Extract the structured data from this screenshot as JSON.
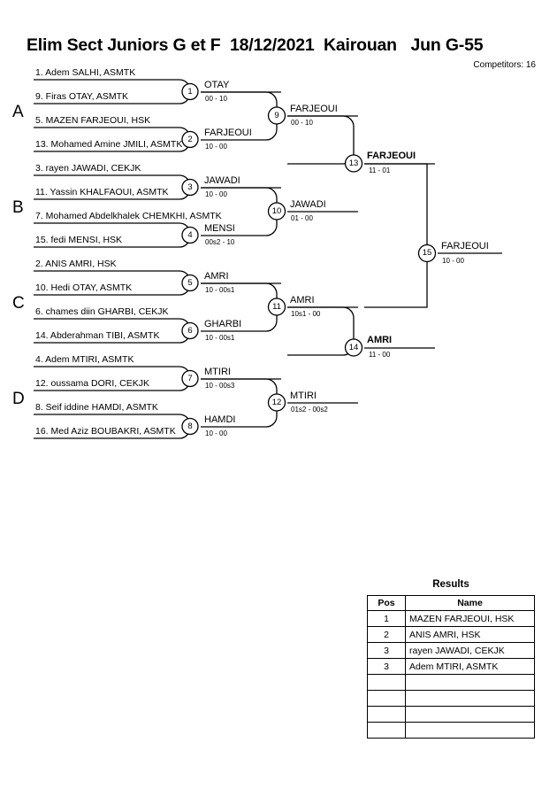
{
  "header": {
    "title": "Elim Sect Juniors G et F  18/12/2021  Kairouan   Jun G-55",
    "competitors": "Competitors: 16"
  },
  "groups": [
    {
      "letter": "A"
    },
    {
      "letter": "B"
    },
    {
      "letter": "C"
    },
    {
      "letter": "D"
    }
  ],
  "competitors": [
    {
      "seed": 1,
      "label": "1. Adem SALHI, ASMTK"
    },
    {
      "seed": 9,
      "label": "9. Firas OTAY, ASMTK"
    },
    {
      "seed": 5,
      "label": "5. MAZEN FARJEOUI, HSK"
    },
    {
      "seed": 13,
      "label": "13. Mohamed Amine JMILI, ASMTK"
    },
    {
      "seed": 3,
      "label": "3. rayen JAWADI, CEKJK"
    },
    {
      "seed": 11,
      "label": "11. Yassin KHALFAOUI, ASMTK"
    },
    {
      "seed": 7,
      "label": "7. Mohamed Abdelkhalek CHEMKHI, ASMTK"
    },
    {
      "seed": 15,
      "label": "15. fedi MENSI, HSK"
    },
    {
      "seed": 2,
      "label": "2. ANIS AMRI, HSK"
    },
    {
      "seed": 10,
      "label": "10. Hedi OTAY, ASMTK"
    },
    {
      "seed": 6,
      "label": "6. chames diin GHARBI, CEKJK"
    },
    {
      "seed": 14,
      "label": "14. Abderahman TIBI, ASMTK"
    },
    {
      "seed": 4,
      "label": "4. Adem MTIRI, ASMTK"
    },
    {
      "seed": 12,
      "label": "12. oussama DORI, CEKJK"
    },
    {
      "seed": 8,
      "label": "8. Seif iddine HAMDI, ASMTK"
    },
    {
      "seed": 16,
      "label": "16. Med Aziz BOUBAKRI, ASMTK"
    }
  ],
  "matches": [
    {
      "number": "1",
      "winner": "OTAY",
      "score": "00 - 10",
      "bold": false
    },
    {
      "number": "2",
      "winner": "FARJEOUI",
      "score": "10 - 00",
      "bold": false
    },
    {
      "number": "3",
      "winner": "JAWADI",
      "score": "10 - 00",
      "bold": false
    },
    {
      "number": "4",
      "winner": "MENSI",
      "score": "00s2 - 10",
      "bold": false
    },
    {
      "number": "5",
      "winner": "AMRI",
      "score": "10 - 00s1",
      "bold": false
    },
    {
      "number": "6",
      "winner": "GHARBI",
      "score": "10 - 00s1",
      "bold": false
    },
    {
      "number": "7",
      "winner": "MTIRI",
      "score": "10 - 00s3",
      "bold": false
    },
    {
      "number": "8",
      "winner": "HAMDI",
      "score": "10 - 00",
      "bold": false
    },
    {
      "number": "9",
      "winner": "FARJEOUI",
      "score": "00 - 10",
      "bold": false
    },
    {
      "number": "10",
      "winner": "JAWADI",
      "score": "01 - 00",
      "bold": false
    },
    {
      "number": "11",
      "winner": "AMRI",
      "score": "10s1 - 00",
      "bold": false
    },
    {
      "number": "12",
      "winner": "MTIRI",
      "score": "01s2 - 00s2",
      "bold": false
    },
    {
      "number": "13",
      "winner": "FARJEOUI",
      "score": "11 - 01",
      "bold": true
    },
    {
      "number": "14",
      "winner": "AMRI",
      "score": "11 - 00",
      "bold": true
    },
    {
      "number": "15",
      "winner": "FARJEOUI",
      "score": "10 - 00",
      "bold": false
    }
  ],
  "results": {
    "title": "Results",
    "columns": [
      "Pos",
      "Name"
    ],
    "rows": [
      {
        "pos": "1",
        "name": "MAZEN FARJEOUI, HSK"
      },
      {
        "pos": "2",
        "name": "ANIS AMRI, HSK"
      },
      {
        "pos": "3",
        "name": "rayen JAWADI, CEKJK"
      },
      {
        "pos": "3",
        "name": "Adem MTIRI, ASMTK"
      },
      {
        "pos": "",
        "name": ""
      },
      {
        "pos": "",
        "name": ""
      },
      {
        "pos": "",
        "name": ""
      },
      {
        "pos": "",
        "name": ""
      }
    ]
  },
  "colors": {
    "line": "#000000",
    "shadow": "#808080",
    "background": "#ffffff",
    "text": "#000000"
  }
}
